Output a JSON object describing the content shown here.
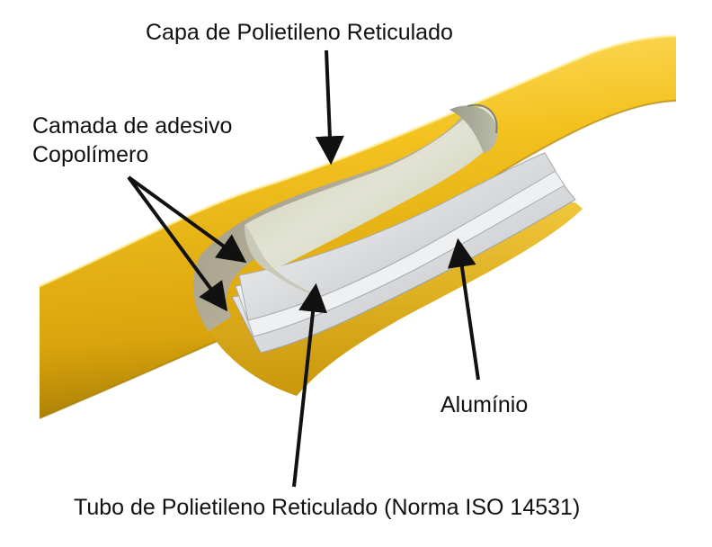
{
  "labels": {
    "outer_layer": "Capa de Polietileno Reticulado",
    "adhesive_line1": "Camada de adesivo",
    "adhesive_line2": "Copolímero",
    "aluminum": "Alumínio",
    "inner_pipe": "Tubo de Polietileno Reticulado (Norma ISO 14531)"
  },
  "colors": {
    "outer_layer": "#f1bf1e",
    "outer_shadow": "#b58a07",
    "inner_pipe": "#dcdcc8",
    "aluminum": "#d7d9db",
    "arrow": "#111111"
  }
}
